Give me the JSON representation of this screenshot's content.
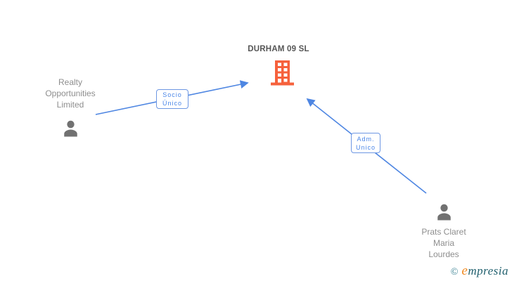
{
  "company": {
    "title": "DURHAM 09 SL"
  },
  "shareholder": {
    "lines": [
      "Realty",
      "Opportunities",
      "Limited"
    ]
  },
  "administrator": {
    "lines": [
      "Prats Claret",
      "Maria",
      "Lourdes"
    ]
  },
  "edges": {
    "socio": {
      "lines": [
        "Socio",
        "Único"
      ]
    },
    "adm": {
      "lines": [
        "Adm.",
        "Unico"
      ]
    }
  },
  "footer": {
    "copyright": "©",
    "brand_initial": "e",
    "brand_rest": "mpresia"
  },
  "colors": {
    "edge_blue": "#4e86e2",
    "label_blue": "#4a86e8",
    "building_orange": "#f6613c",
    "person_gray": "#717171",
    "title_gray": "#565656",
    "name_gray": "#8e8e8e",
    "logo_teal": "#22616f",
    "logo_orange": "#f0891f"
  }
}
